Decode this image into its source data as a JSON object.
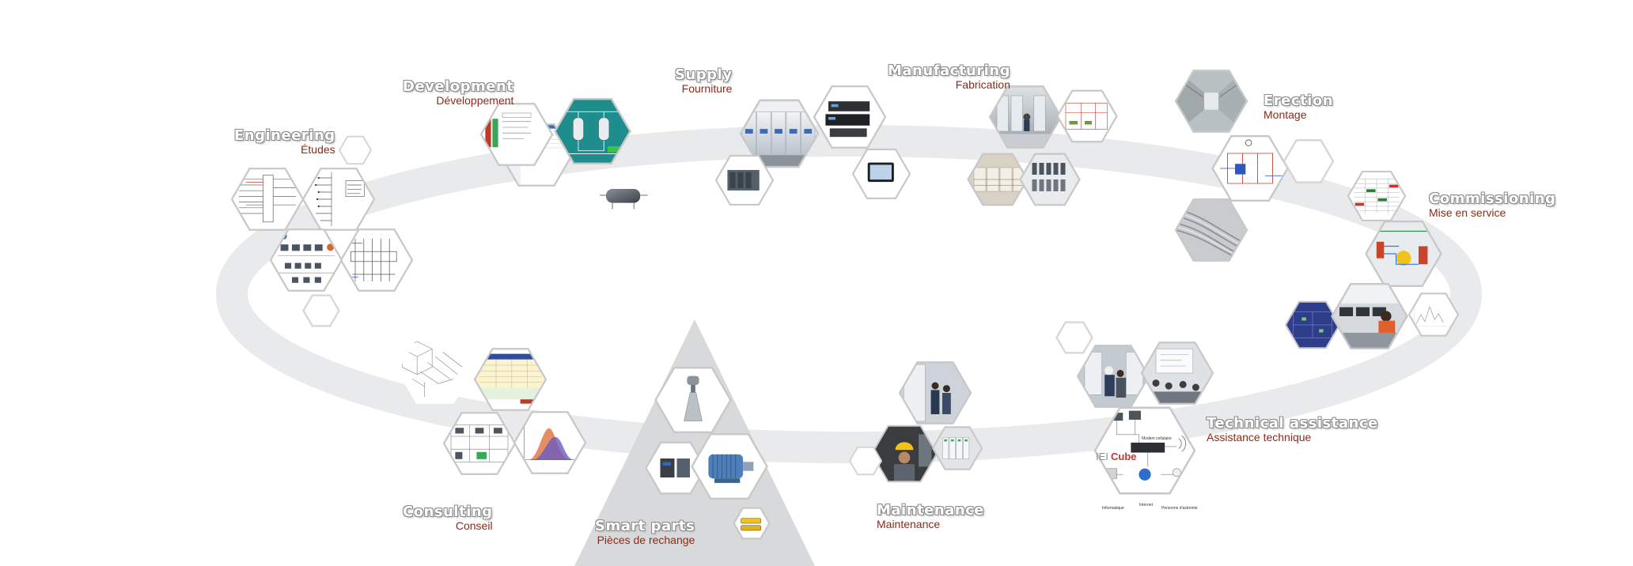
{
  "phases": [
    {
      "en": "Engineering",
      "fr": "Études"
    },
    {
      "en": "Development",
      "fr": "Développement"
    },
    {
      "en": "Supply",
      "fr": "Fourniture"
    },
    {
      "en": "Manufacturing",
      "fr": "Fabrication"
    },
    {
      "en": "Erection",
      "fr": "Montage"
    },
    {
      "en": "Commissioning",
      "fr": "Mise en service"
    },
    {
      "en": "Technical assistance",
      "fr": "Assistance technique"
    },
    {
      "en": "Maintenance",
      "fr": "Maintenance"
    },
    {
      "en": "Smart parts",
      "fr": "Pièces de rechange"
    },
    {
      "en": "Consulting",
      "fr": "Conseil"
    }
  ],
  "network_diagram": {
    "brand_left": "IEI",
    "brand_right": "Cube",
    "box_label": "Modem cellulaire",
    "caption_left": "Informatique",
    "caption_mid": "Internet",
    "caption_right": "Personne d'astreinte"
  },
  "colors": {
    "ring": "#e9eaec",
    "hex_border": "#c8c8c8",
    "french_text": "#8e2a16",
    "triangle": "#d8d9db",
    "process_teal": "#1d8d8d"
  }
}
